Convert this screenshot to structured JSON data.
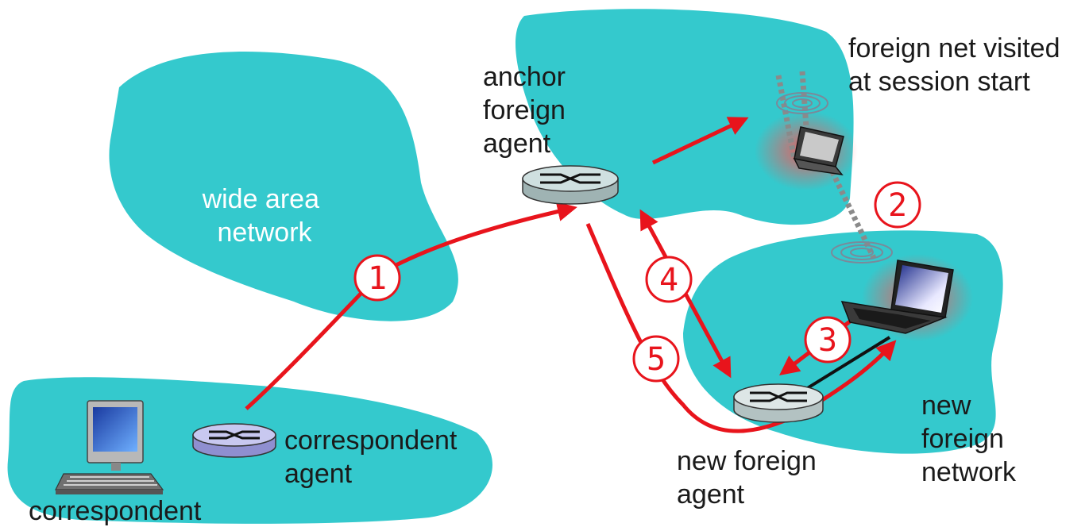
{
  "labels": {
    "wide_area_network": [
      "wide area",
      "network"
    ],
    "foreign_net_visited": [
      "foreign net  visited",
      "at session start"
    ],
    "anchor_foreign_agent": [
      "anchor",
      "foreign",
      "agent"
    ],
    "correspondent_agent": [
      "correspondent",
      "agent"
    ],
    "correspondent": "correspondent",
    "new_foreign_agent": [
      "new foreign",
      "agent"
    ],
    "new_foreign_network": [
      "new",
      "foreign",
      "network"
    ]
  },
  "steps": [
    "1",
    "2",
    "3",
    "4",
    "5"
  ],
  "icons": {
    "router": "router-icon",
    "laptop": "laptop-icon",
    "desktop": "desktop-computer-icon",
    "wireless": "wireless-signal-icon"
  },
  "colors": {
    "network_cloud": "#34c9cd",
    "arrow": "#e8141c",
    "router_anchor": "#cfe0e0",
    "router_correspondent": "#c8c8f0",
    "router_new": "#dde6e6"
  }
}
